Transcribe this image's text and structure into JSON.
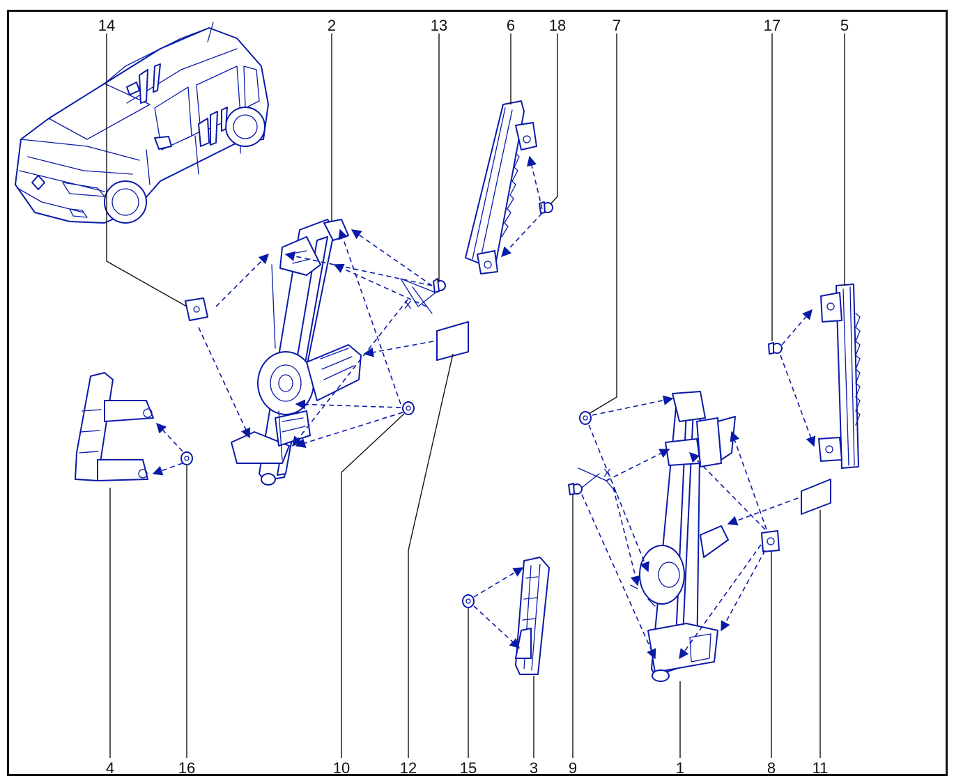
{
  "callouts": [
    {
      "id": "14",
      "label": "14"
    },
    {
      "id": "2",
      "label": "2"
    },
    {
      "id": "13",
      "label": "13"
    },
    {
      "id": "6",
      "label": "6"
    },
    {
      "id": "18",
      "label": "18"
    },
    {
      "id": "7",
      "label": "7"
    },
    {
      "id": "17",
      "label": "17"
    },
    {
      "id": "5",
      "label": "5"
    },
    {
      "id": "4",
      "label": "4"
    },
    {
      "id": "16",
      "label": "16"
    },
    {
      "id": "10",
      "label": "10"
    },
    {
      "id": "12",
      "label": "12"
    },
    {
      "id": "15",
      "label": "15"
    },
    {
      "id": "3",
      "label": "3"
    },
    {
      "id": "9",
      "label": "9"
    },
    {
      "id": "1",
      "label": "1"
    },
    {
      "id": "8",
      "label": "8"
    },
    {
      "id": "11",
      "label": "11"
    }
  ],
  "markers": {
    "front_x": "X",
    "rear_x": "X"
  },
  "colors": {
    "line_art": "#0a1aa8",
    "text": "#111111",
    "frame": "#111111"
  }
}
